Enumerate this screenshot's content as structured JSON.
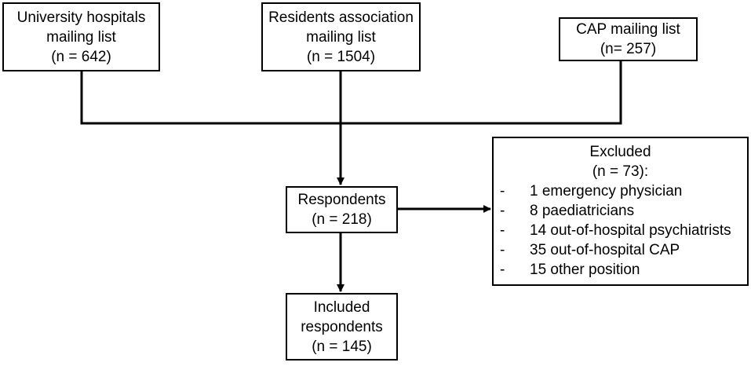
{
  "diagram": {
    "sources": [
      {
        "name": "University hospitals mailing list",
        "lines": [
          "University hospitals",
          "mailing list"
        ],
        "count": "(n = 642)"
      },
      {
        "name": "Residents association mailing list",
        "lines": [
          "Residents association",
          "mailing list"
        ],
        "count": "(n = 1504)"
      },
      {
        "name": "CAP mailing list",
        "lines": [
          "CAP mailing list"
        ],
        "count": "(n= 257)"
      }
    ],
    "respondents": {
      "label": "Respondents",
      "count": "(n = 218)"
    },
    "excluded": {
      "label": "Excluded",
      "count": "(n = 73):",
      "items": [
        {
          "dash": "-",
          "text": "1  emergency physician"
        },
        {
          "dash": "-",
          "text": "8 paediatricians"
        },
        {
          "dash": "-",
          "text": "14 out-of-hospital psychiatrists"
        },
        {
          "dash": "-",
          "text": "35 out-of-hospital CAP"
        },
        {
          "dash": "-",
          "text": "15 other position"
        }
      ]
    },
    "included": {
      "lines": [
        "Included",
        "respondents"
      ],
      "count": "(n = 145)"
    },
    "colors": {
      "stroke": "#000000",
      "background": "#ffffff",
      "text": "#000000"
    }
  }
}
